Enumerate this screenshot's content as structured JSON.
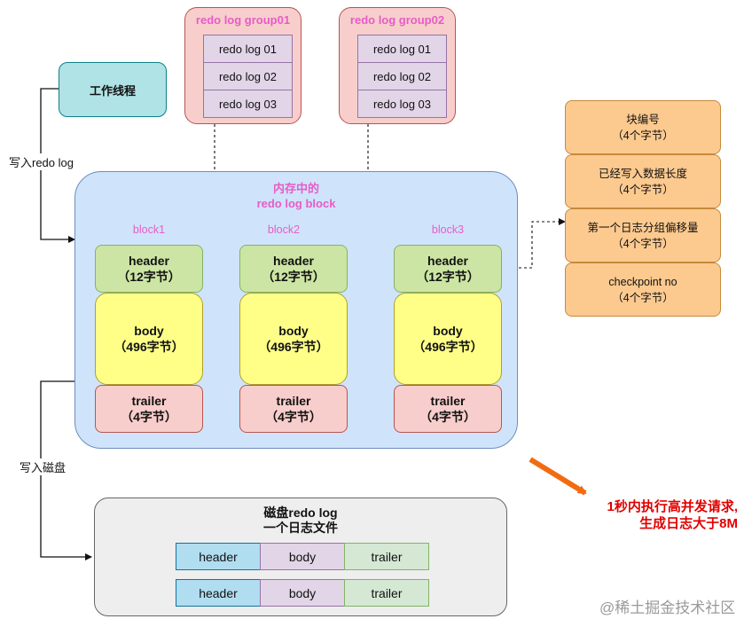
{
  "groups": [
    {
      "title": "redo log group01",
      "items": [
        "redo log 01",
        "redo log 02",
        "redo log 03"
      ]
    },
    {
      "title": "redo log group02",
      "items": [
        "redo log 01",
        "redo log 02",
        "redo log 03"
      ]
    }
  ],
  "thread": {
    "label": "工作线程"
  },
  "edge_labels": {
    "write_redo": "写入redo log",
    "write_disk": "写入磁盘"
  },
  "memory": {
    "title_line1": "内存中的",
    "title_line2": "redo log block",
    "blocks": [
      {
        "label": "block1",
        "header": "header",
        "header_size": "（12字节）",
        "body": "body",
        "body_size": "（496字节）",
        "trailer": "trailer",
        "trailer_size": "（4字节）"
      },
      {
        "label": "block2",
        "header": "header",
        "header_size": "（12字节）",
        "body": "body",
        "body_size": "（496字节）",
        "trailer": "trailer",
        "trailer_size": "（4字节）"
      },
      {
        "label": "block3",
        "header": "header",
        "header_size": "（12字节）",
        "body": "body",
        "body_size": "（496字节）",
        "trailer": "trailer",
        "trailer_size": "（4字节）"
      }
    ]
  },
  "header_fields": [
    {
      "name": "块编号",
      "size": "（4个字节）"
    },
    {
      "name": "已经写入数据长度",
      "size": "（4个字节）"
    },
    {
      "name": "第一个日志分组偏移量",
      "size": "（4个字节）"
    },
    {
      "name": "checkpoint no",
      "size": "（4个字节）"
    }
  ],
  "disk": {
    "title_line1": "磁盘redo log",
    "title_line2": "一个日志文件",
    "rows": [
      {
        "header": "header",
        "body": "body",
        "trailer": "trailer"
      },
      {
        "header": "header",
        "body": "body",
        "trailer": "trailer"
      }
    ]
  },
  "note": {
    "line1": "1秒内执行高并发请求,",
    "line2": "生成日志大于8M"
  },
  "watermark": "@稀土掘金技术社区"
}
